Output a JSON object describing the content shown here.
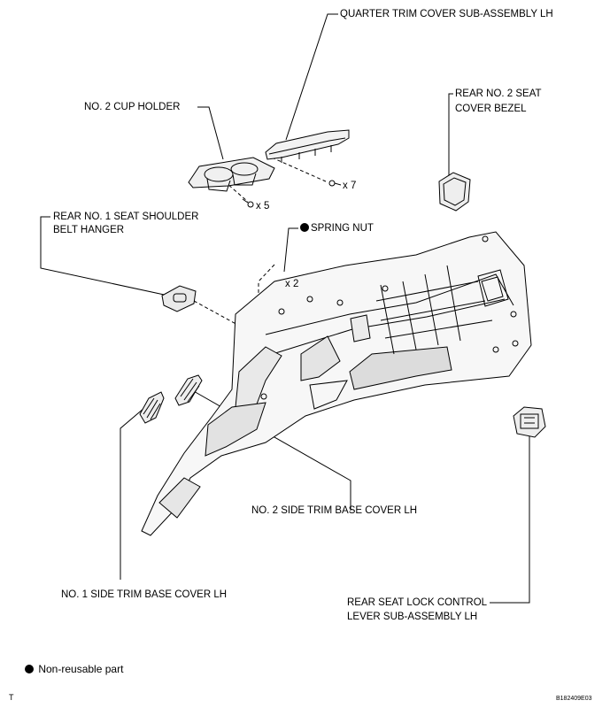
{
  "labels": {
    "quarter_trim_cover": "QUARTER TRIM COVER SUB-ASSEMBLY LH",
    "cup_holder": "NO. 2 CUP HOLDER",
    "rear_seat_cover_bezel_l1": "REAR NO. 2 SEAT",
    "rear_seat_cover_bezel_l2": "COVER BEZEL",
    "shoulder_belt_hanger_l1": "REAR NO. 1 SEAT SHOULDER",
    "shoulder_belt_hanger_l2": "BELT HANGER",
    "spring_nut": "SPRING NUT",
    "side_trim_base_cover_2": "NO. 2 SIDE TRIM BASE COVER LH",
    "side_trim_base_cover_1": "NO. 1 SIDE TRIM BASE COVER LH",
    "seat_lock_lever_l1": "REAR SEAT LOCK CONTROL",
    "seat_lock_lever_l2": "LEVER SUB-ASSEMBLY LH"
  },
  "quantities": {
    "x7": "x 7",
    "x5": "x 5",
    "x2": "x 2"
  },
  "legend": {
    "non_reusable": "Non-reusable part"
  },
  "footer": {
    "corner_mark": "T",
    "figure_id": "B182409E03"
  }
}
